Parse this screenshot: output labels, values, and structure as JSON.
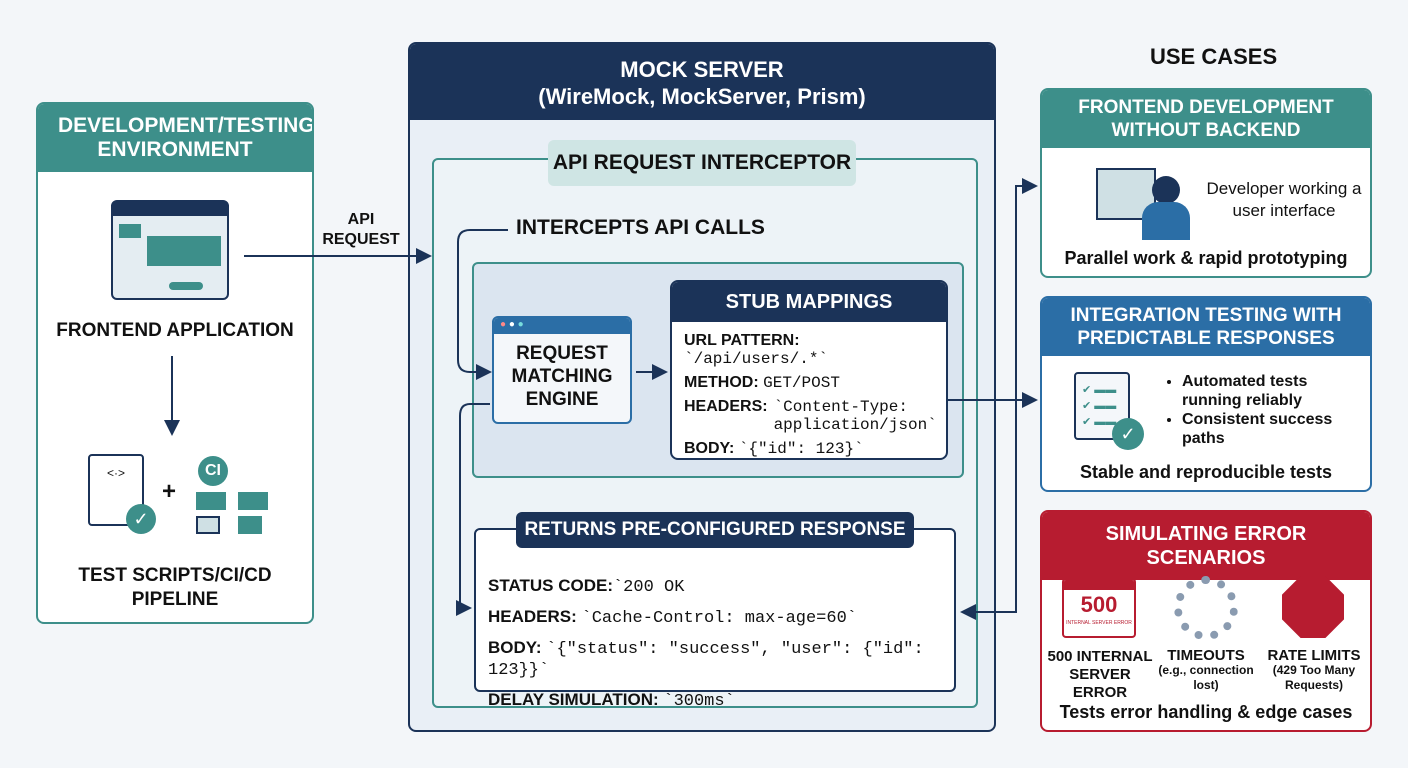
{
  "colors": {
    "teal": "#3d8f8a",
    "navy": "#1b3358",
    "blue": "#2b6ea6",
    "red": "#b71c30"
  },
  "env": {
    "title": "DEVELOPMENT/TESTING ENVIRONMENT",
    "frontend": "FRONTEND APPLICATION",
    "tests": "TEST SCRIPTS/CI/CD PIPELINE",
    "ci_badge": "CI",
    "plus": "+"
  },
  "arrow_label": "API REQUEST",
  "mock": {
    "title": "MOCK SERVER",
    "subtitle": "(WireMock, MockServer, Prism)",
    "interceptor": "API REQUEST INTERCEPTOR",
    "intercepts": "INTERCEPTS API CALLS",
    "engine": "REQUEST MATCHING ENGINE",
    "stub": {
      "title": "STUB MAPPINGS",
      "rows": [
        {
          "k": "URL PATTERN:",
          "v": "`/api/users/.*`"
        },
        {
          "k": "METHOD:",
          "v": "GET/POST"
        },
        {
          "k": "HEADERS:",
          "v": "`Content-Type: application/json`"
        },
        {
          "k": "BODY:",
          "v": "`{\"id\": 123}`"
        }
      ]
    },
    "response": {
      "title": "RETURNS PRE-CONFIGURED RESPONSE",
      "rows": [
        {
          "k": "STATUS CODE:",
          "v": "`200 OK"
        },
        {
          "k": "HEADERS:",
          "v": "`Cache-Control: max-age=60`"
        },
        {
          "k": "BODY:",
          "v": "`{\"status\": \"success\", \"user\": {\"id\": 123}}`"
        },
        {
          "k": "DELAY SIMULATION:",
          "v": "`300ms`"
        }
      ]
    }
  },
  "use_cases": {
    "title": "USE CASES",
    "frontend": {
      "title": "FRONTEND DEVELOPMENT WITHOUT BACKEND",
      "desc": "Developer working a user interface",
      "footer": "Parallel work & rapid prototyping"
    },
    "integration": {
      "title": "INTEGRATION TESTING WITH PREDICTABLE RESPONSES",
      "bullets": [
        "Automated tests running reliably",
        "Consistent success paths"
      ],
      "footer": "Stable and reproducible tests"
    },
    "errors": {
      "title": "SIMULATING ERROR SCENARIOS",
      "code": "500",
      "code_sub": "INTERNAL SERVER ERROR",
      "items": [
        {
          "t": "500 INTERNAL SERVER ERROR",
          "s": ""
        },
        {
          "t": "TIMEOUTS",
          "s": "(e.g., connection lost)"
        },
        {
          "t": "RATE LIMITS",
          "s": "(429 Too Many Requests)"
        }
      ],
      "footer": "Tests error handling & edge cases"
    }
  }
}
